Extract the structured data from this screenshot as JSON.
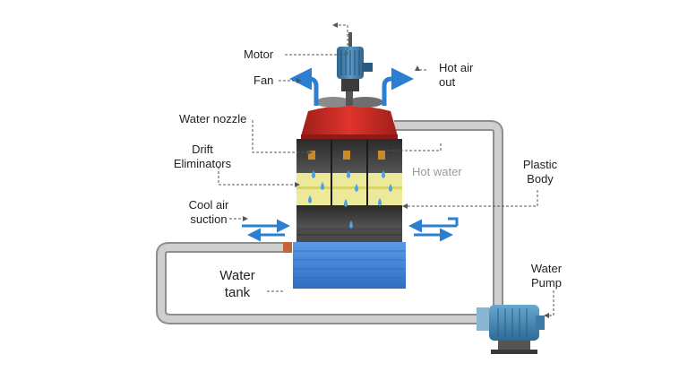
{
  "labels": {
    "motor": "Motor",
    "fan": "Fan",
    "water_nozzle": "Water nozzle",
    "drift_eliminators": [
      "Drift",
      "Eliminators"
    ],
    "hot_water": "Hot water",
    "cool_air_suction": [
      "Cool air",
      "suction"
    ],
    "water_tank": [
      "Water",
      "tank"
    ],
    "hot_air_out": [
      "Hot air",
      "out"
    ],
    "plastic_body": [
      "Plastic",
      "Body"
    ],
    "water_pump": [
      "Water",
      "Pump"
    ]
  },
  "colors": {
    "tower_top": "#cc2b25",
    "panel_dark": "#3c3c3c",
    "fill_band": "#ecea9a",
    "tank_blue": "#3f84dd",
    "pipe_grey": "#b8b8b8",
    "arrow_blue": "#2a7fd0",
    "motor_blue": "#3f7fae",
    "pump_blue": "#4f90b8"
  }
}
